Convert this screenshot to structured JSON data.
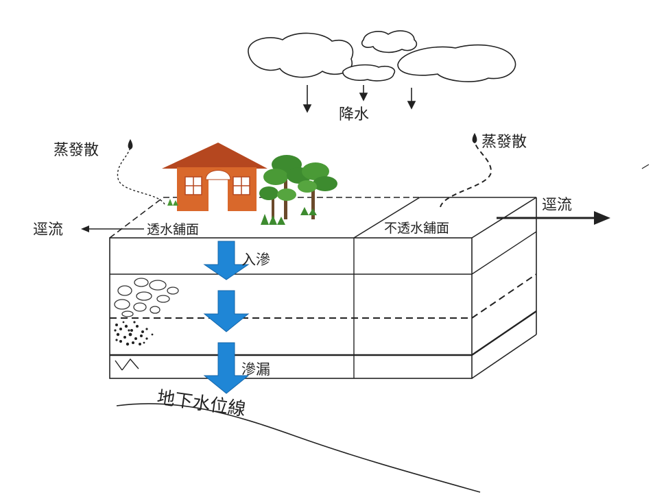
{
  "labels": {
    "precipitation": "降水",
    "evaporation_left": "蒸發散",
    "evaporation_right": "蒸發散",
    "runoff_left": "逕流",
    "runoff_right": "逕流",
    "permeable_pavement": "透水舖面",
    "impermeable_pavement": "不透水舖面",
    "infiltration": "入滲",
    "percolation": "滲漏",
    "groundwater_line": "地下水位線"
  },
  "colors": {
    "arrow_blue": "#1f86d6",
    "house_wall": "#d9682b",
    "house_roof": "#b5471f",
    "tree_green": "#3d8b2f",
    "line": "#222222"
  },
  "icons": {
    "clouds": "cloud-icon",
    "house": "house-icon",
    "trees": "tree-icon"
  }
}
